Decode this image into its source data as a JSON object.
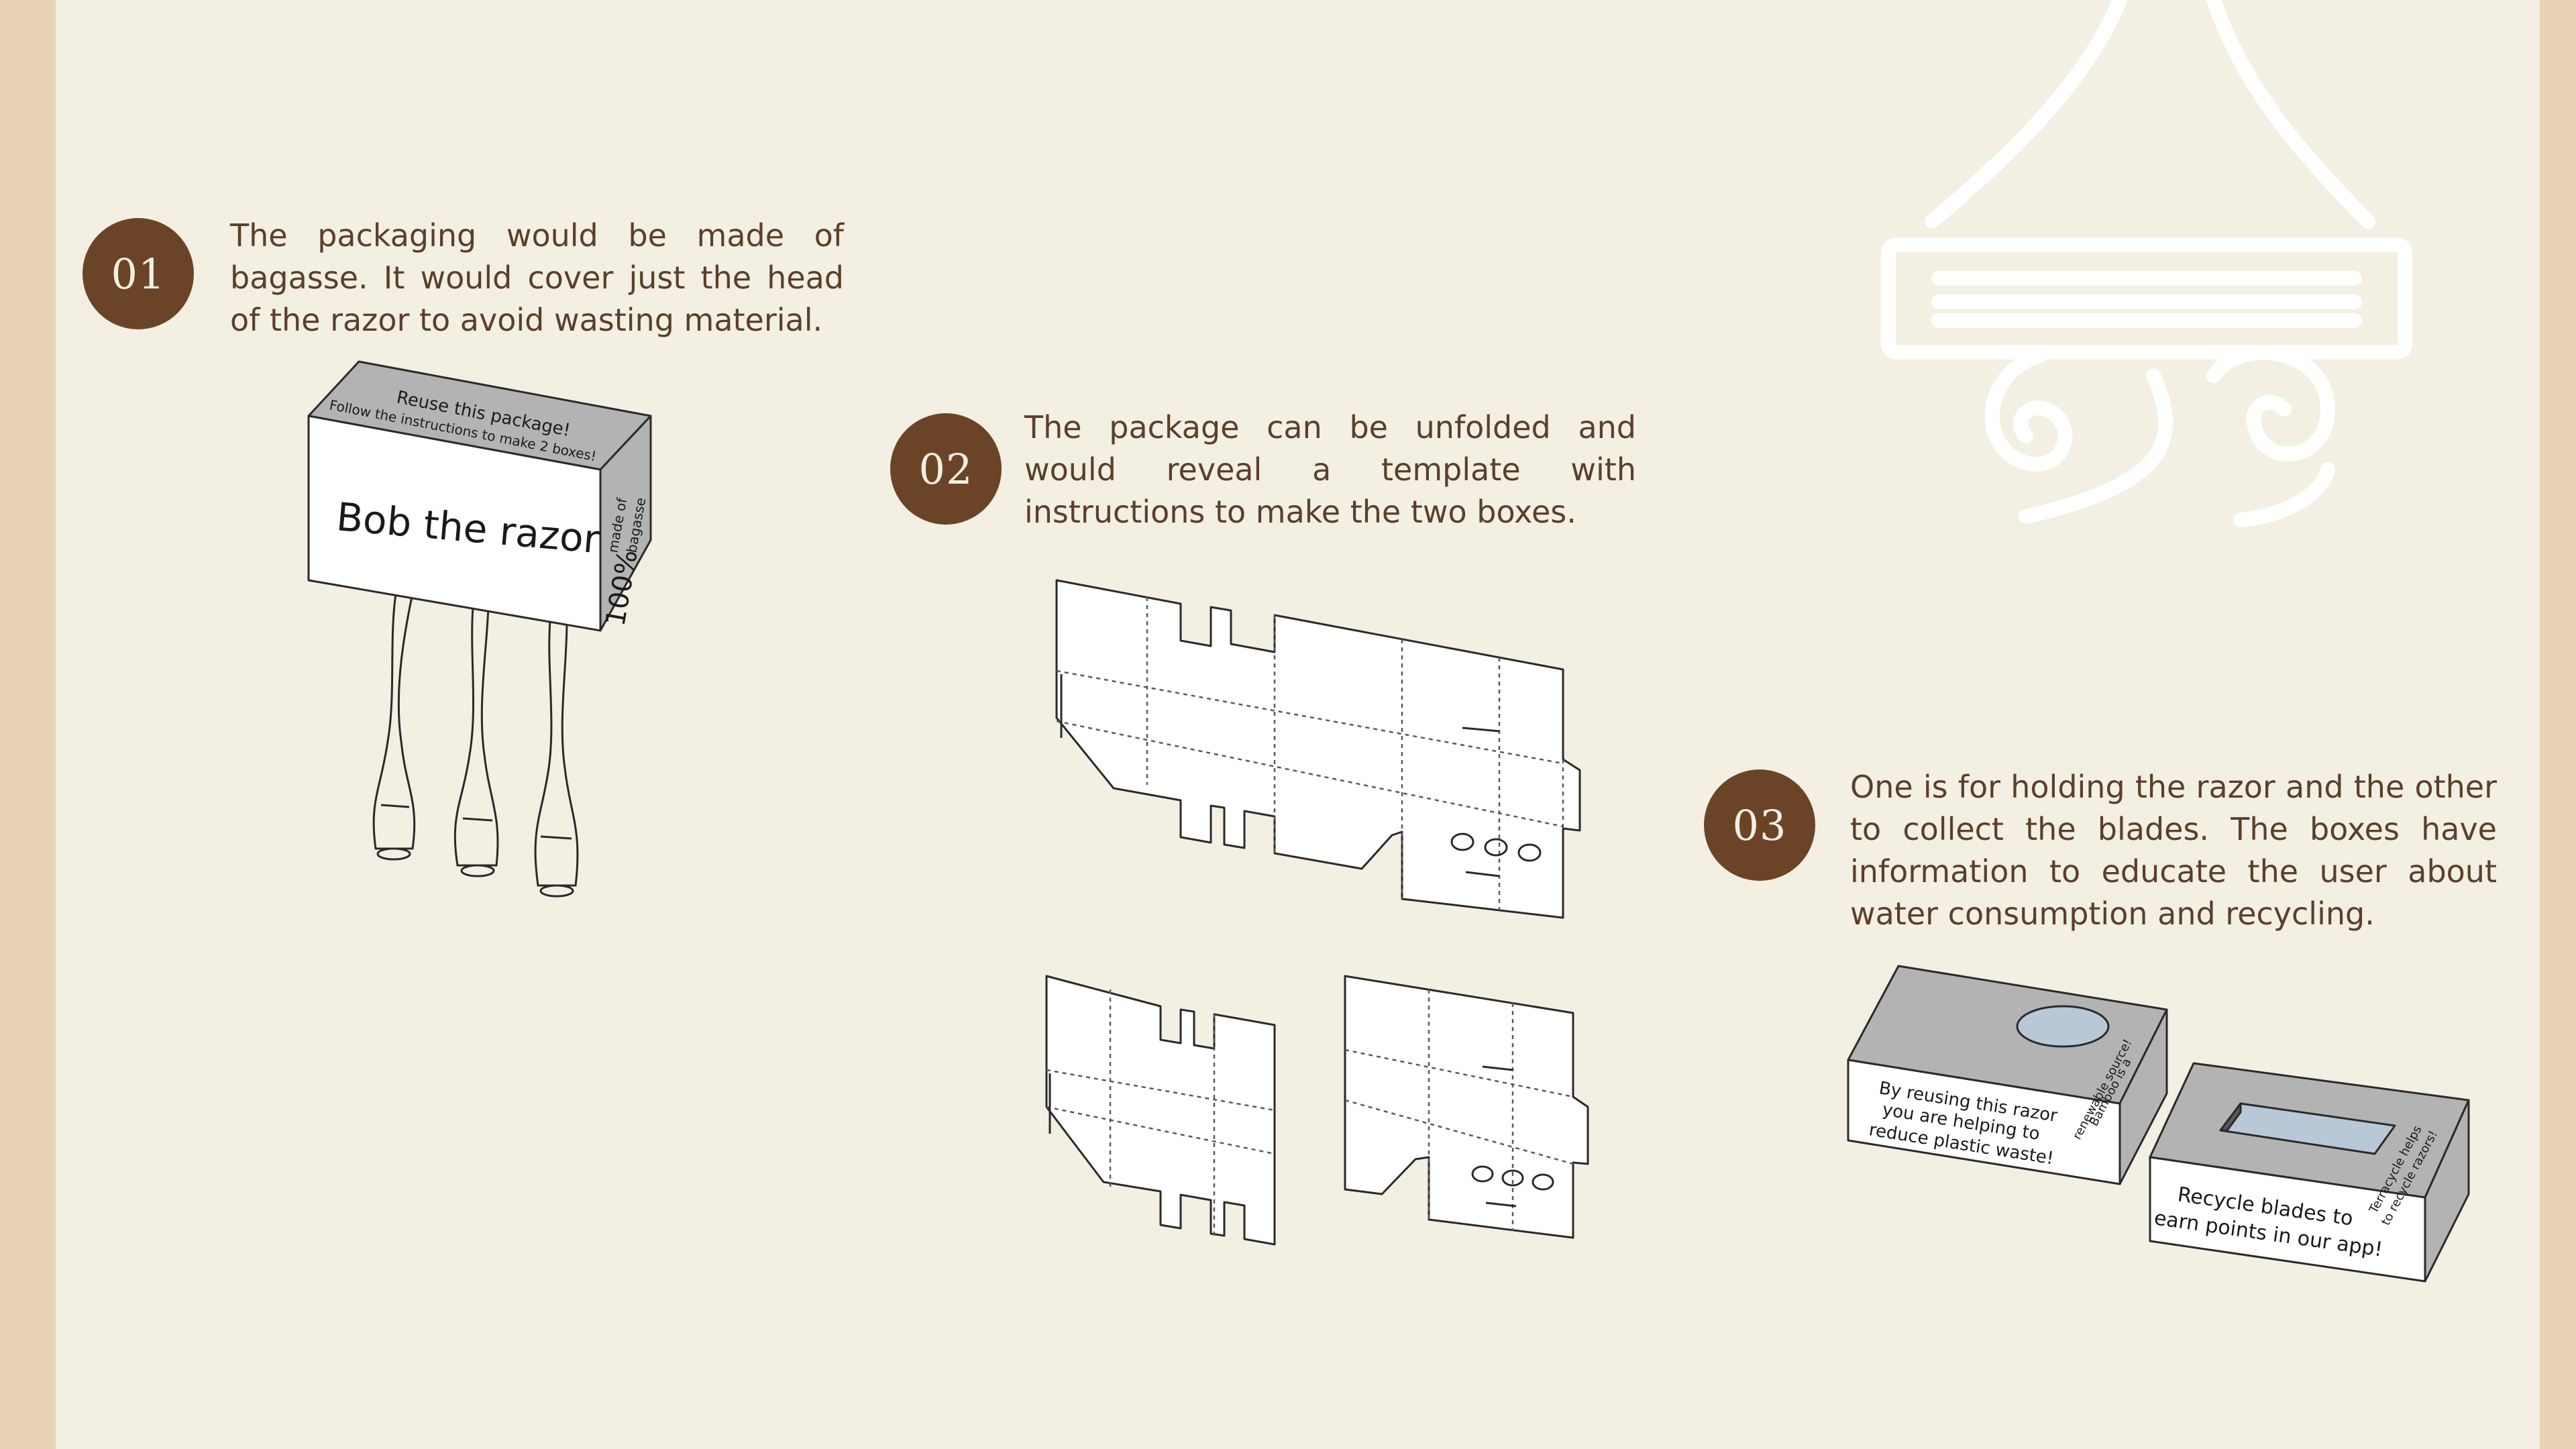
{
  "steps": [
    {
      "number": "01",
      "text": "The packaging would be made of bagasse. It would cover just the head of the razor to avoid wasting material."
    },
    {
      "number": "02",
      "text": "The package can be unfolded and would reveal a template with instructions to make the two boxes."
    },
    {
      "number": "03",
      "text": "One is for holding the razor and the other to collect the blades. The boxes have information to educate the user about water consumption and recycling."
    }
  ],
  "package": {
    "front_label": "Bob the razor",
    "top_line1": "Reuse this package!",
    "top_line2": "Follow the instructions to make 2 boxes!",
    "side_line1": "made of",
    "side_line2": "bagasse",
    "side_big": "100%"
  },
  "razor_box": {
    "front_line1": "By reusing this razor",
    "front_line2": "you are helping to",
    "front_line3": "reduce plastic waste!",
    "side_line1": "Bamboo is a",
    "side_line2": "renewable source!"
  },
  "blade_box": {
    "front_line1": "Recycle blades to",
    "front_line2": "earn points in our app!",
    "side_line1": "Terracycle helps",
    "side_line2": "to recycle razors!"
  },
  "colors": {
    "accent": "#6b4428",
    "background": "#f3efe3",
    "border": "#e8d3b5",
    "box_gray": "#b3b3b3",
    "hole_blue": "#b8c8d6"
  }
}
